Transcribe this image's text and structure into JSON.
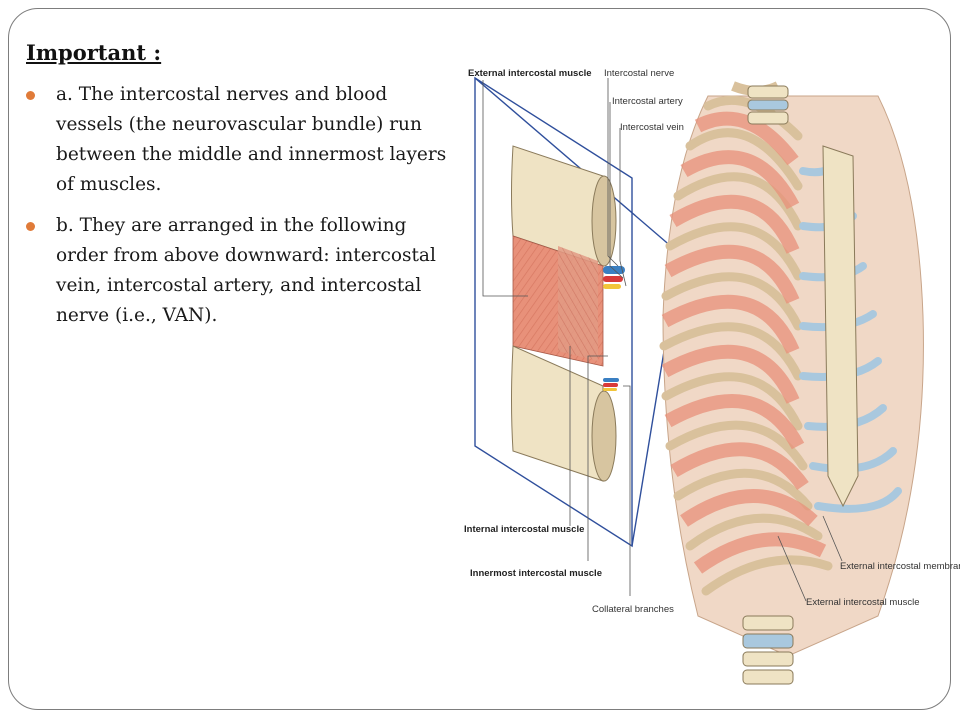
{
  "slide": {
    "title": "Important :",
    "bullets": [
      {
        "text": "a. The intercostal nerves and blood vessels (the neurovascular bundle) run between the middle and innermost layers of muscles."
      },
      {
        "text": "b. They are arranged in the following order from above downward: intercostal vein, intercostal artery, and intercostal nerve (i.e., VAN)."
      }
    ]
  },
  "figure": {
    "labels": {
      "external_intercostal_muscle_top": "External intercostal muscle",
      "intercostal_nerve": "Intercostal nerve",
      "intercostal_artery": "Intercostal artery",
      "intercostal_vein": "Intercostal vein",
      "internal_intercostal_muscle": "Internal intercostal muscle",
      "innermost_intercostal_muscle": "Innermost intercostal muscle",
      "collateral_branches": "Collateral branches",
      "external_intercostal_membrane": "External intercostal membrane",
      "external_intercostal_muscle_bottom": "External intercostal muscle"
    },
    "colors": {
      "muscle": "#e8917a",
      "bone": "#efe3c4",
      "cartilage": "#a9c8de",
      "vein": "#3a7fc2",
      "artery": "#d83a3a",
      "nerve": "#f2c53a",
      "frame_line": "#2f4f9c"
    }
  }
}
